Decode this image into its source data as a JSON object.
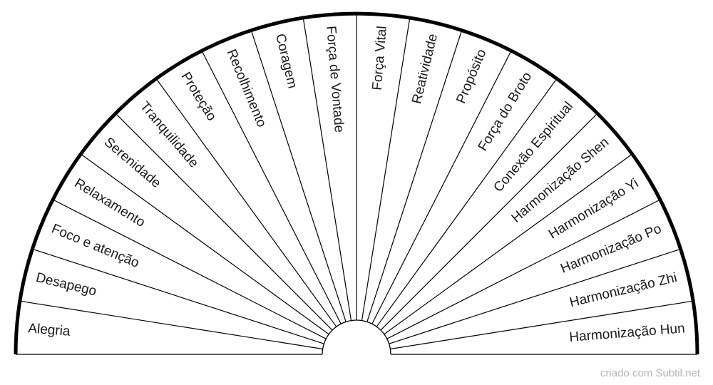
{
  "chart_data": {
    "type": "pendulum-chart",
    "segments": [
      "Alegria",
      "Desapego",
      "Foco e atenção",
      "Relaxamento",
      "Serenidade",
      "Tranquilidade",
      "Proteção",
      "Recolhimento",
      "Coragem",
      "Força de Vontade",
      "Força Vital",
      "Reatividade",
      "Propósito",
      "Força do Broto",
      "Conexão Espiritual",
      "Harmonização Shen",
      "Harmonização Yi",
      "Harmonização Po",
      "Harmonização Zhi",
      "Harmonização Hun"
    ],
    "colors": {
      "line": "#000000",
      "text": "#1a1a1a"
    }
  },
  "footer": {
    "credit": "criado com Subtil.net"
  }
}
